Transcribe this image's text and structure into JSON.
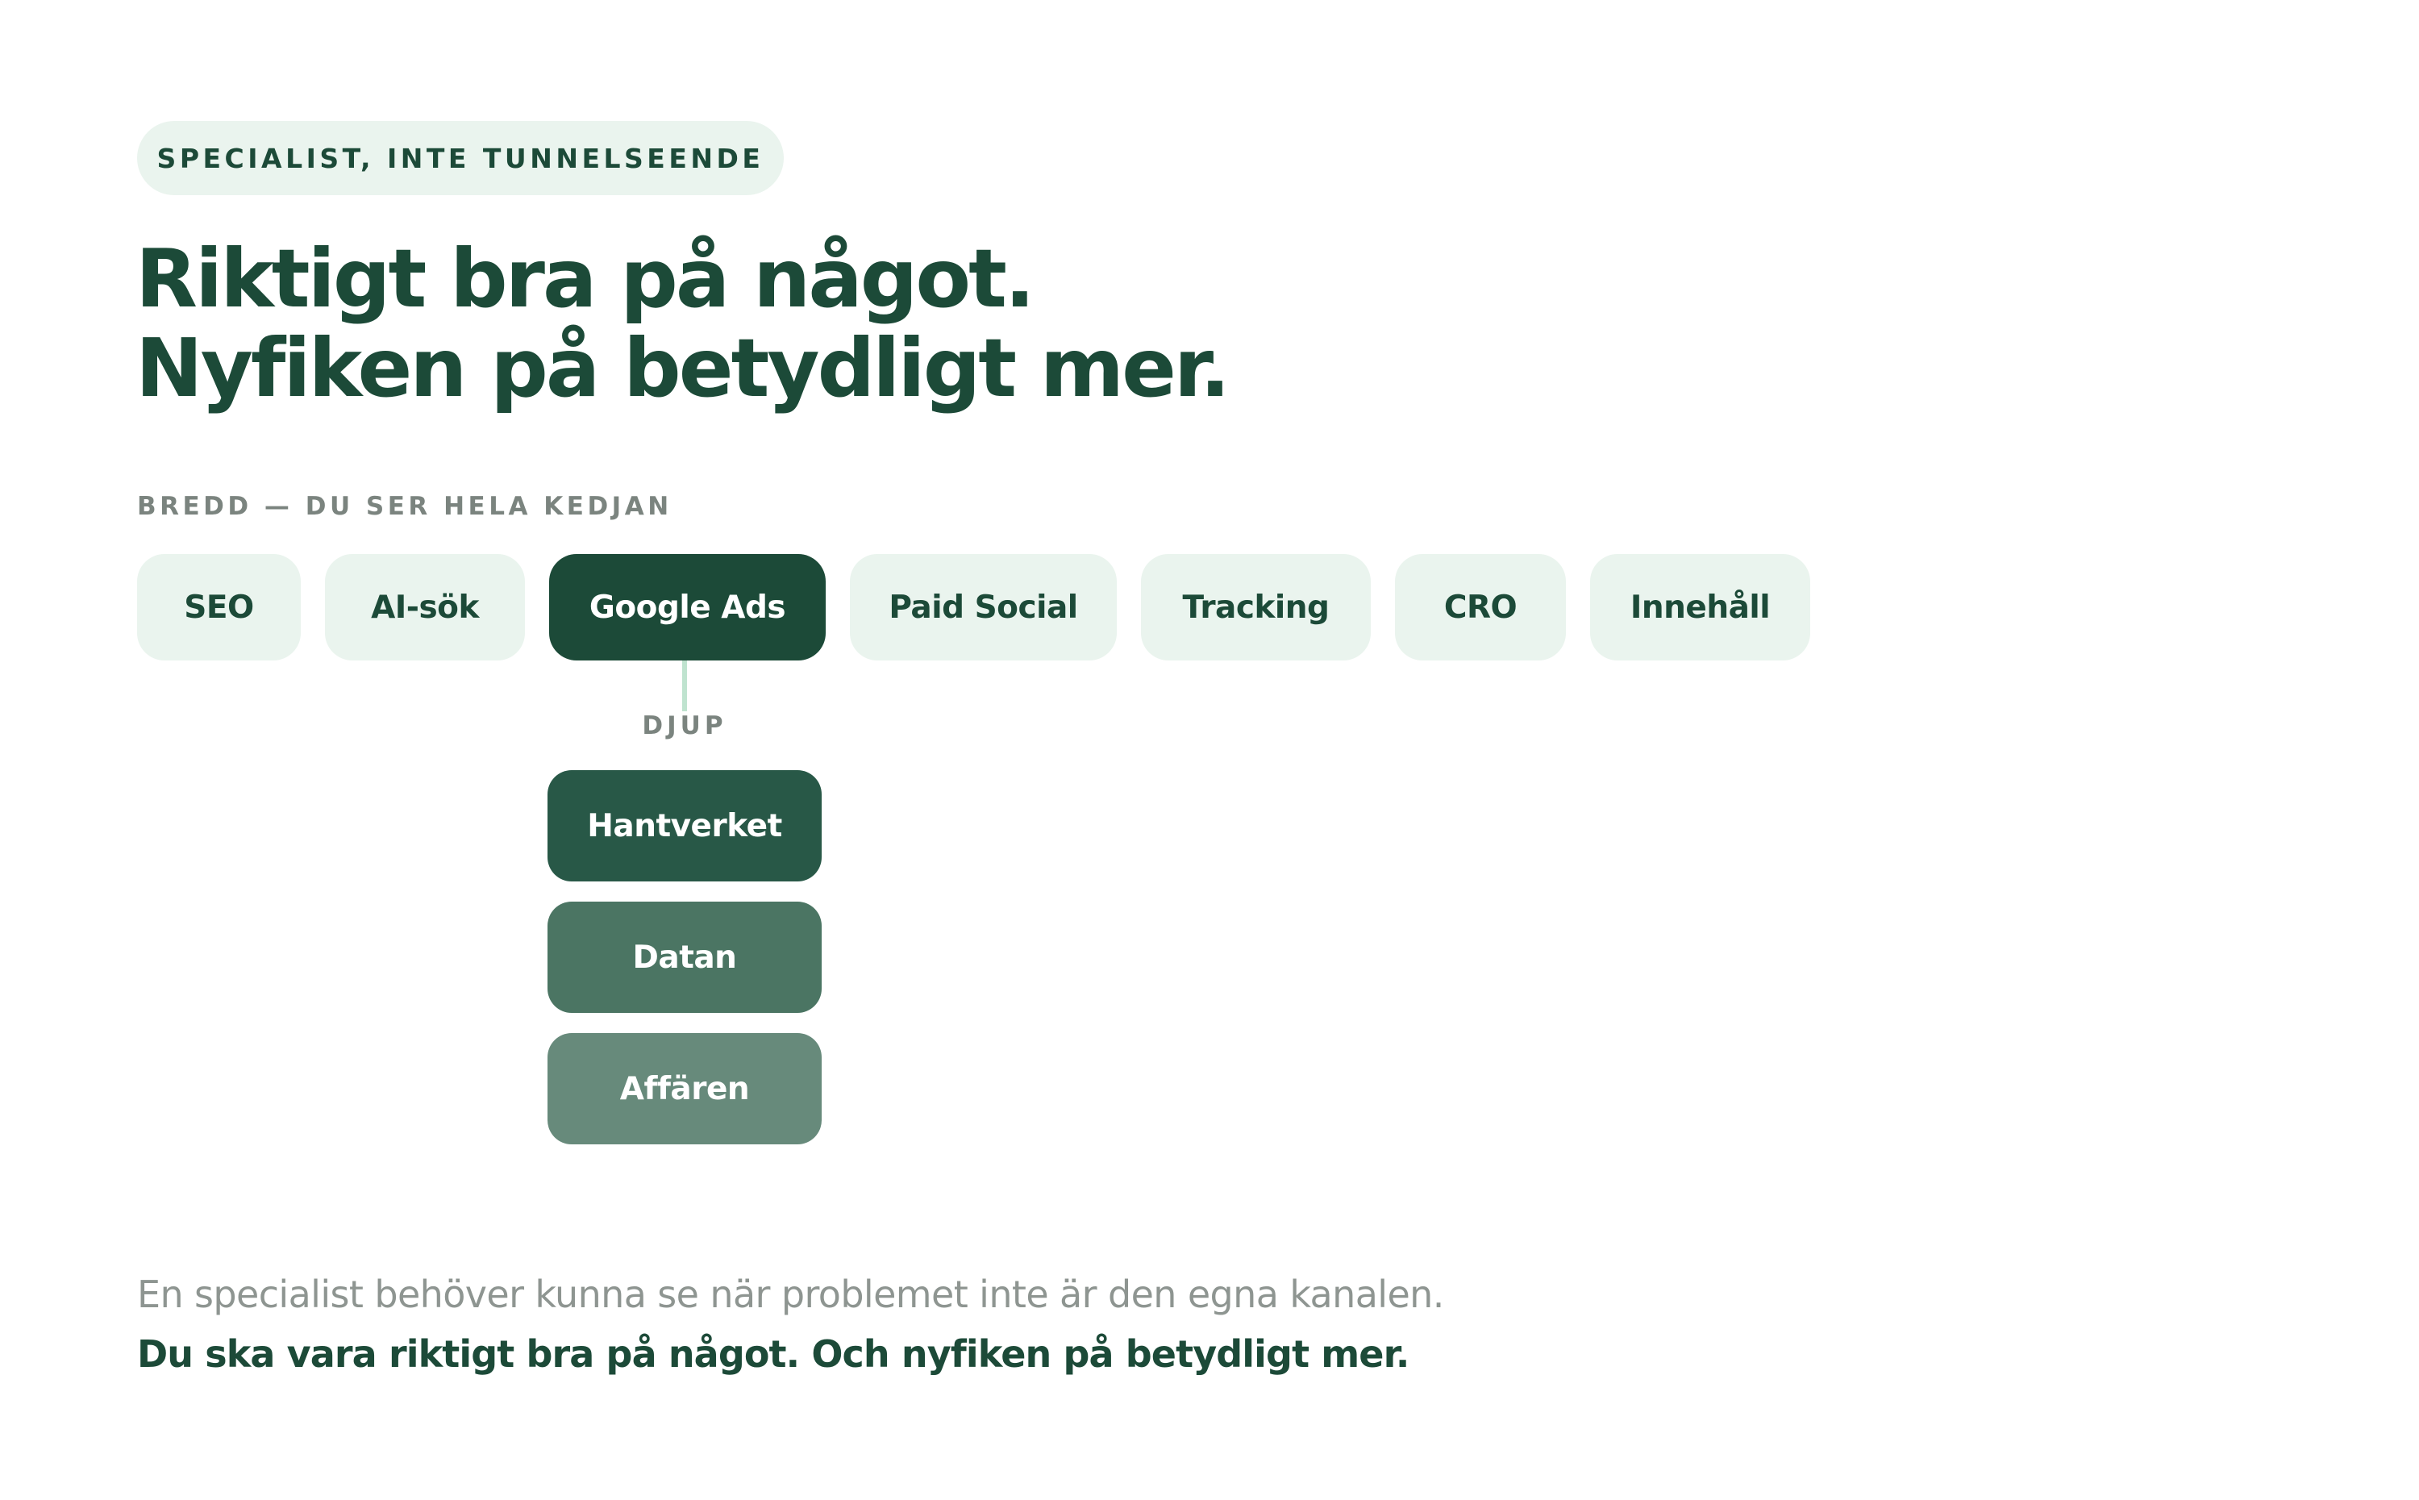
{
  "eyebrow": "SPECIALIST, INTE TUNNELSEENDE",
  "headline": {
    "line1": "Riktigt bra på något.",
    "line2": "Nyfiken på betydligt mer."
  },
  "breadth": {
    "label": "BREDD — DU SER HELA KEDJAN",
    "chips": [
      {
        "label": "SEO",
        "selected": false
      },
      {
        "label": "AI-sök",
        "selected": false
      },
      {
        "label": "Google Ads",
        "selected": true
      },
      {
        "label": "Paid Social",
        "selected": false
      },
      {
        "label": "Tracking",
        "selected": false
      },
      {
        "label": "CRO",
        "selected": false
      },
      {
        "label": "Innehåll",
        "selected": false
      }
    ]
  },
  "depth": {
    "label": "DJUP",
    "items": [
      {
        "label": "Hantverket",
        "color": "#285847"
      },
      {
        "label": "Datan",
        "color": "#4b7563"
      },
      {
        "label": "Affären",
        "color": "#678a7b"
      }
    ]
  },
  "footer": {
    "muted": "En specialist behöver kunna se när problemet inte är den egna kanalen.",
    "strong": "Du ska vara riktigt bra på något. Och nyfiken på betydligt mer."
  },
  "colors": {
    "brand_dark": "#1c4a38",
    "chip_bg": "#eaf4ee",
    "muted_text": "#8e9591",
    "connector": "#bfe3cf"
  }
}
